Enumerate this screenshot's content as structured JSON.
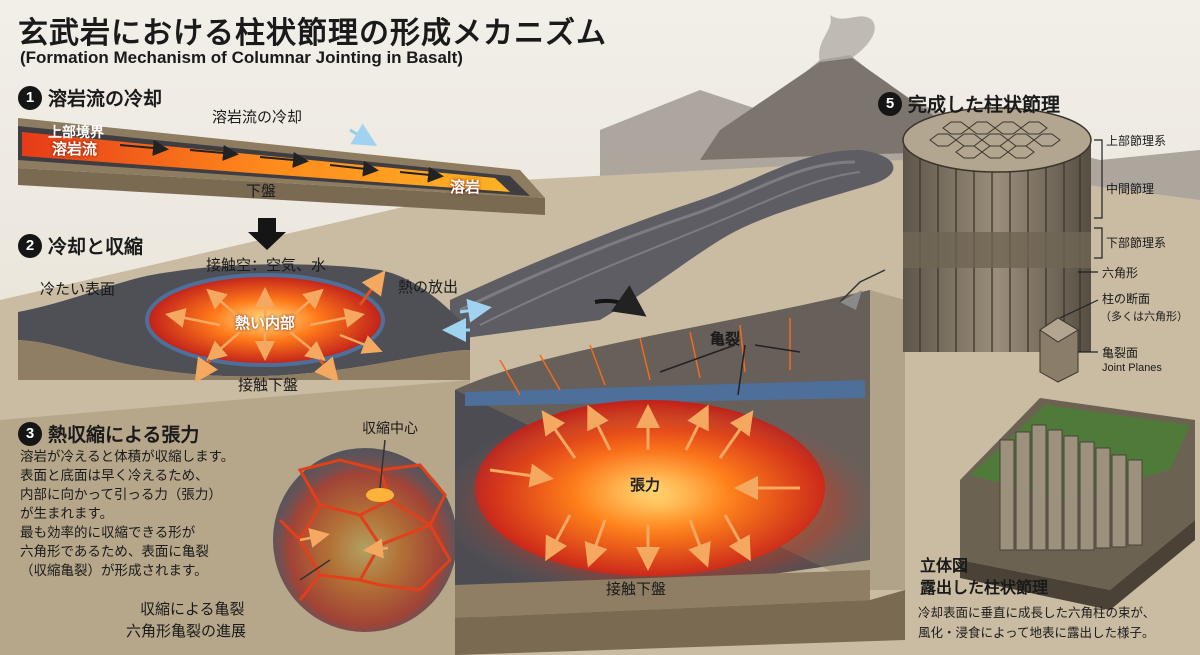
{
  "title": "玄武岩における柱状節理の形成メカニズム",
  "subtitle": "(Formation Mechanism of Columnar Jointing in Basalt)",
  "section1": {
    "num": "1",
    "heading": "溶岩流の冷却",
    "label_top_boundary": "上部境界",
    "label_lava_flow": "溶岩流",
    "label_cooling": "溶岩流の冷却",
    "label_lava": "溶岩",
    "label_bedrock": "下盤"
  },
  "section2": {
    "num": "2",
    "heading": "冷却と収縮",
    "label_contact": "接触空：空気、水",
    "label_cold_surface": "冷たい表面",
    "label_heat_release": "熱の放出",
    "label_hot_interior": "熱い内部",
    "label_contact_bedrock": "接触下盤"
  },
  "section3": {
    "num": "3",
    "heading": "熱収縮による張力",
    "paragraph": [
      "溶岩が冷えると体積が収縮します。",
      "表面と底面は早く冷えるため、",
      "内部に向かって引っる力（張力）",
      "が生まれます。",
      "最も効率的に収縮できる形が",
      "六角形であるため、表面に亀裂",
      "（収縮亀裂）が形成されます。"
    ],
    "label_center": "収縮中心",
    "label_cracks1": "収縮による亀裂",
    "label_cracks2": "六角形亀裂の進展"
  },
  "center": {
    "label_cracks": "亀裂",
    "label_tension": "張力",
    "label_bedrock": "接触下盤"
  },
  "section5": {
    "num": "5",
    "heading": "完成した柱状節理",
    "label_upper": "上部節理系",
    "label_middle": "中間節理",
    "label_lower": "下部節理系",
    "label_hexagon": "六角形",
    "label_cross1": "柱の断面",
    "label_cross2": "（多くは六角形）",
    "label_joint": "亀裂面",
    "label_joint_en": "Joint Planes"
  },
  "block": {
    "title1": "立体図",
    "title2": "露出した柱状節理",
    "desc1": "冷却表面に垂直に成長した六角柱の束が、",
    "desc2": "風化・浸食によって地表に露出した様子。"
  },
  "colors": {
    "lava_core": "#ffd23a",
    "lava_mid": "#ff7a1a",
    "lava_edge": "#d0261a",
    "rock": "#5a5a60",
    "cool_rim": "#4d6f9a",
    "ground": "#8f7e63",
    "column": "#7a6e5c"
  }
}
